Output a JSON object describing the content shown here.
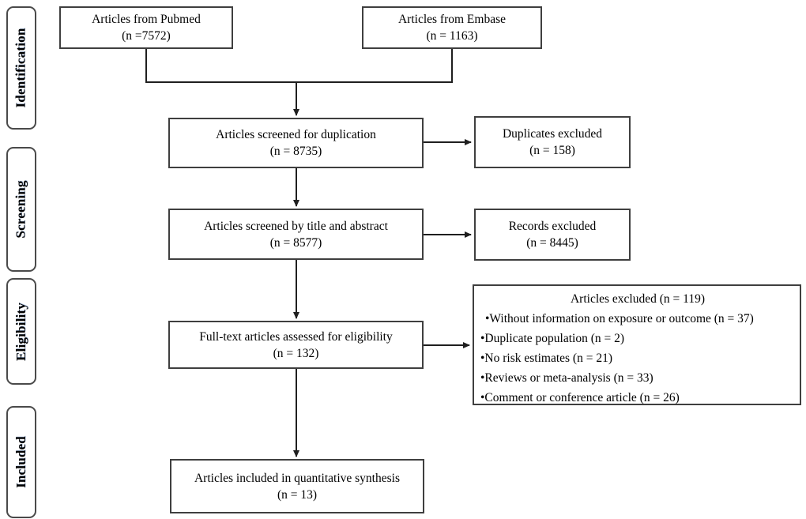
{
  "diagram": {
    "stages": [
      {
        "label": "Identification"
      },
      {
        "label": "Screening"
      },
      {
        "label": "Eligibility"
      },
      {
        "label": "Included"
      }
    ],
    "boxes": {
      "pubmed": {
        "text": "Articles from Pubmed",
        "n": "(n =7572)"
      },
      "embase": {
        "text": "Articles from Embase",
        "n": "(n = 1163)"
      },
      "screened_duplication": {
        "text": "Articles screened for duplication",
        "n": "(n = 8735)"
      },
      "duplicates_excluded": {
        "text": "Duplicates excluded",
        "n": "(n = 158)"
      },
      "screened_title_abstract": {
        "text": "Articles screened by title and abstract",
        "n": "(n = 8577)"
      },
      "records_excluded": {
        "text": "Records excluded",
        "n": "(n = 8445)"
      },
      "fulltext_assessed": {
        "text": "Full-text articles assessed for eligibility",
        "n": "(n = 132)"
      },
      "articles_excluded": {
        "title": "Articles excluded (n = 119)",
        "items": [
          "•Without information on exposure or outcome (n = 37)",
          "•Duplicate population (n = 2)",
          "•No risk estimates (n = 21)",
          "•Reviews or meta-analysis (n = 33)",
          "•Comment or conference article (n = 26)"
        ]
      },
      "included_synthesis": {
        "text": "Articles included in quantitative synthesis",
        "n": "(n = 13)"
      }
    },
    "colors": {
      "line": "#1f1f1f",
      "border": "#3f3f3f",
      "background": "#ffffff"
    }
  }
}
